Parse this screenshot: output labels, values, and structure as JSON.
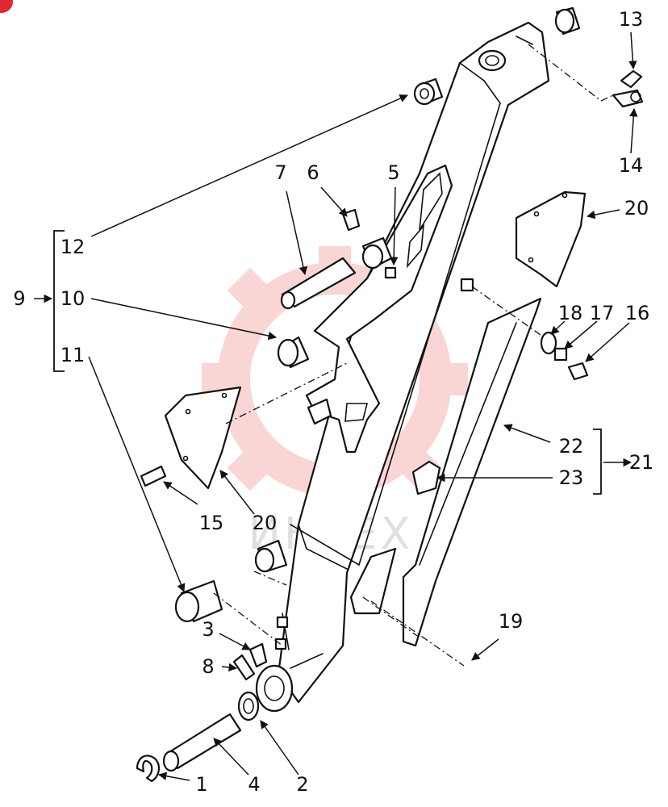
{
  "watermark": "ИНТЕХ",
  "labels": {
    "l1": "1",
    "l2": "2",
    "l3": "3",
    "l4": "4",
    "l5": "5",
    "l6": "6",
    "l7": "7",
    "l8": "8",
    "l9": "9",
    "l10": "10",
    "l11": "11",
    "l12": "12",
    "l13": "13",
    "l14": "14",
    "l15": "15",
    "l16": "16",
    "l17": "17",
    "l18": "18",
    "l19": "19",
    "l20a": "20",
    "l20b": "20",
    "l21": "21",
    "l22": "22",
    "l23": "23"
  },
  "colors": {
    "line": "#111111",
    "watermark_gear": "#f08a8a",
    "corner_badge": "#e0282e"
  }
}
